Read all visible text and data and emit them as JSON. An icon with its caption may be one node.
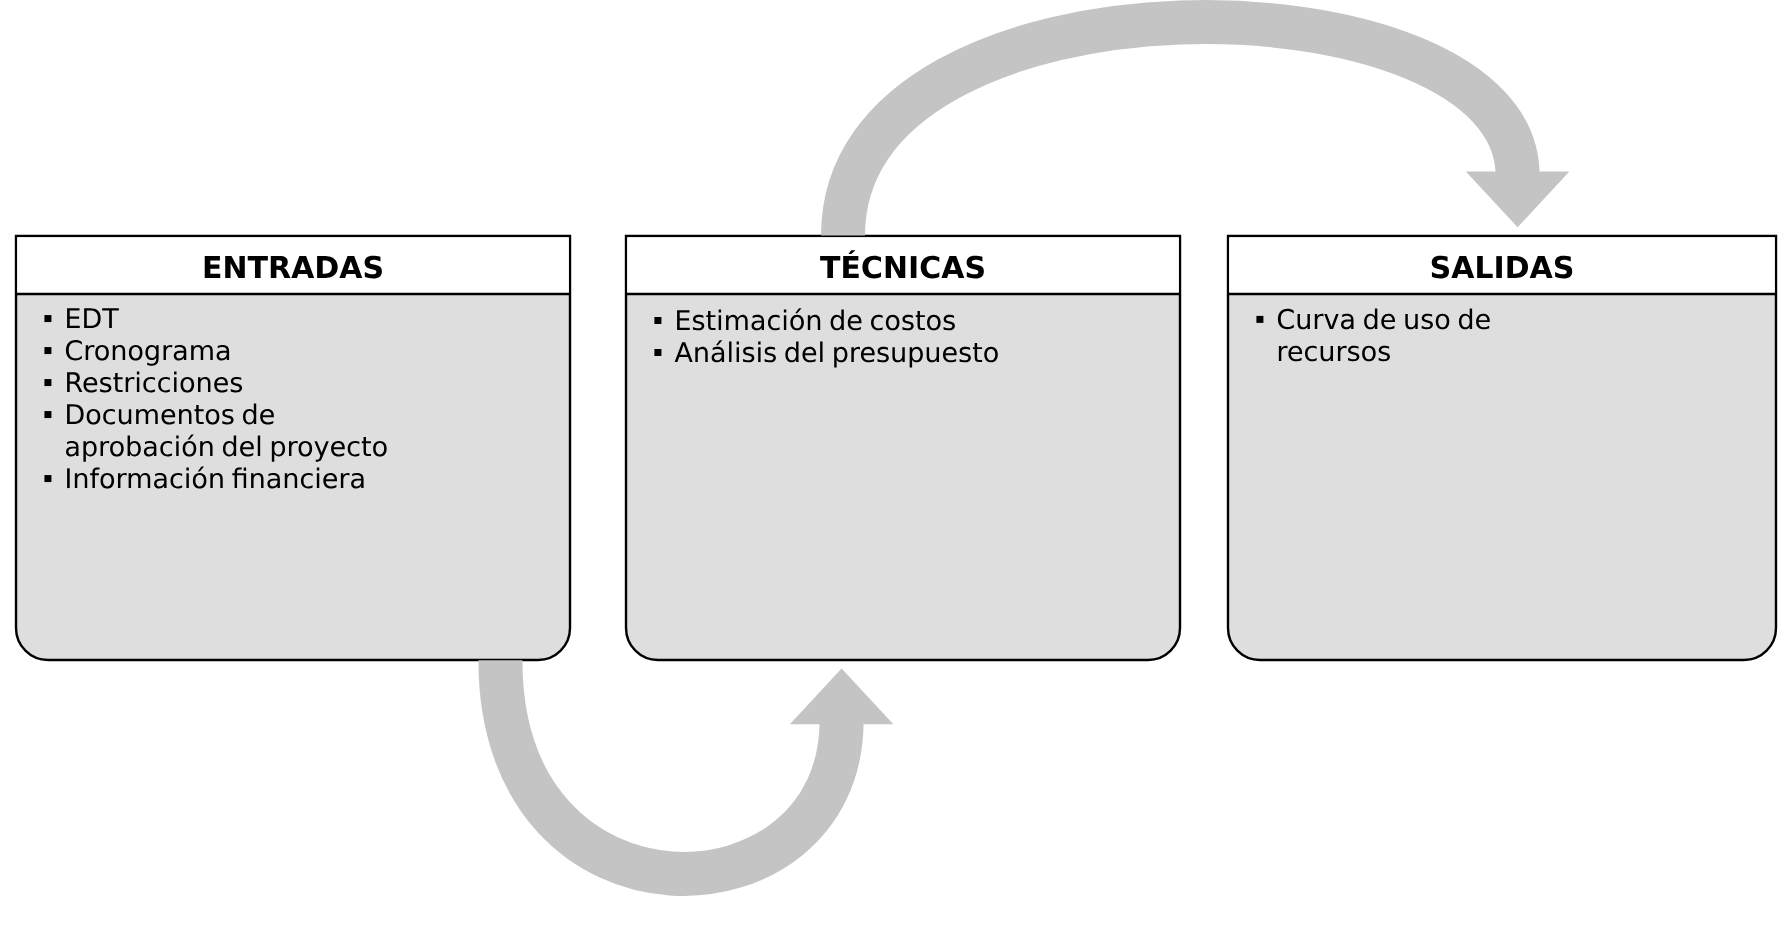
{
  "diagram": {
    "nodes": [
      {
        "text": [
          "ENTRADAS",
          "EDT",
          "Cronograma",
          "Restricciones",
          "Documentos de aprobación del proyecto",
          "Información financiera"
        ]
      },
      {
        "text": [
          "TÉCNICAS",
          "Estimación de costos",
          "Análisis del presupuesto"
        ]
      },
      {
        "text": [
          "SALIDAS",
          "Curva de uso de recursos"
        ]
      }
    ],
    "edges": [
      {
        "from": 0,
        "to": 1,
        "arrow": "to"
      },
      {
        "from": 1,
        "to": 2,
        "arrow": "to"
      }
    ]
  }
}
